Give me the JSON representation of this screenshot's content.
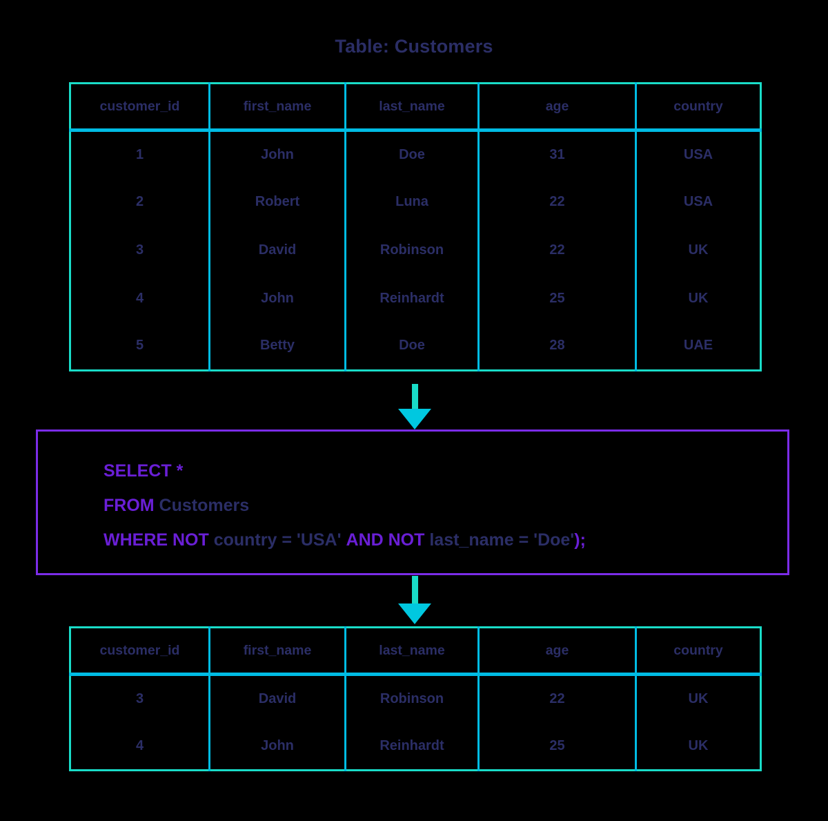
{
  "title": "Table: Customers",
  "theme": {
    "background": "#000000",
    "text_navy": "#2b2e66",
    "table_border_teal": "#19dcc8",
    "table_divider_cyan": "#00bce4",
    "arrow_cyan": "#00c8e0",
    "keyword_violet": "#7b2ce8",
    "query_border_violet": "#7b2ce8"
  },
  "source_table": {
    "name": "Customers",
    "columns": [
      "customer_id",
      "first_name",
      "last_name",
      "age",
      "country"
    ],
    "rows": [
      [
        "1",
        "John",
        "Doe",
        "31",
        "USA"
      ],
      [
        "2",
        "Robert",
        "Luna",
        "22",
        "USA"
      ],
      [
        "3",
        "David",
        "Robinson",
        "22",
        "UK"
      ],
      [
        "4",
        "John",
        "Reinhardt",
        "25",
        "UK"
      ],
      [
        "5",
        "Betty",
        "Doe",
        "28",
        "UAE"
      ]
    ]
  },
  "query": {
    "line1": [
      {
        "t": "SELECT *",
        "kw": true
      }
    ],
    "line2": [
      {
        "t": "FROM ",
        "kw": true
      },
      {
        "t": "Customers",
        "kw": false
      }
    ],
    "line3": [
      {
        "t": "WHERE NOT ",
        "kw": true
      },
      {
        "t": "country = 'USA' ",
        "kw": false
      },
      {
        "t": "AND NOT ",
        "kw": true
      },
      {
        "t": "last_name = 'Doe'",
        "kw": false
      },
      {
        "t": ");",
        "kw": true
      }
    ],
    "full_text": "SELECT * FROM Customers WHERE NOT country = 'USA' AND NOT last_name = 'Doe');"
  },
  "result_table": {
    "columns": [
      "customer_id",
      "first_name",
      "last_name",
      "age",
      "country"
    ],
    "rows": [
      [
        "3",
        "David",
        "Robinson",
        "22",
        "UK"
      ],
      [
        "4",
        "John",
        "Reinhardt",
        "25",
        "UK"
      ]
    ]
  },
  "arrows": [
    {
      "name": "arrow-table-to-query",
      "direction": "down"
    },
    {
      "name": "arrow-query-to-result",
      "direction": "down"
    }
  ]
}
